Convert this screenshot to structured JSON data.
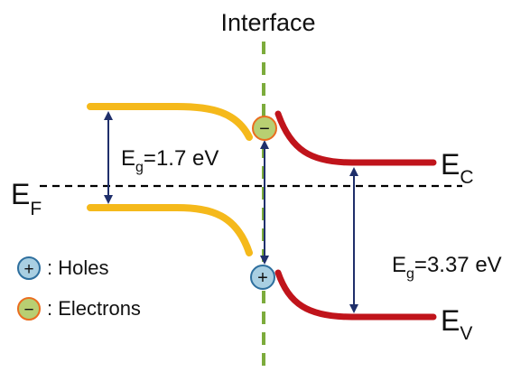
{
  "interface_label": "Interface",
  "fermi_label": {
    "main": "E",
    "sub": "F"
  },
  "left_band": {
    "gap_label": {
      "main": "E",
      "sub": "g",
      "rest": "=1.7 eV"
    }
  },
  "right_band": {
    "gap_label": {
      "main": "E",
      "sub": "g",
      "rest": "=3.37 eV"
    },
    "conduction_label": {
      "main": "E",
      "sub": "C"
    },
    "valence_label": {
      "main": "E",
      "sub": "V"
    }
  },
  "legend": [
    {
      "symbol": "+",
      "text": ": Holes",
      "carrier": "hole"
    },
    {
      "symbol": "−",
      "text": ": Electrons",
      "carrier": "electron"
    }
  ],
  "carriers": [
    {
      "symbol": "−",
      "carrier": "electron"
    },
    {
      "symbol": "+",
      "carrier": "hole"
    }
  ],
  "colors": {
    "left_band": "#f5b91b",
    "right_band": "#c0141b",
    "interface_line": "#7cab3c",
    "arrow": "#1f2f6b",
    "fermi_line": "#000000",
    "hole_fill": "#a9cfe2",
    "hole_stroke": "#2e6f9e",
    "electron_fill": "#b8cf72",
    "electron_stroke": "#ea6d1f"
  }
}
